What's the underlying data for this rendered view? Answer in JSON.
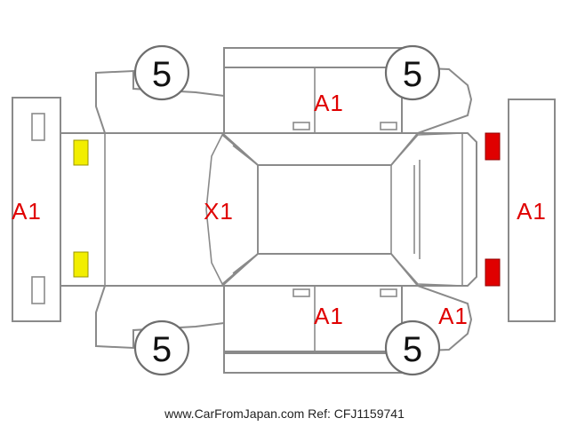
{
  "footer": {
    "source": "www.CarFromJapan.com",
    "ref": "Ref: CFJ1159741"
  },
  "wheels": {
    "front_left": {
      "value": "5"
    },
    "rear_left": {
      "value": "5"
    },
    "front_right": {
      "value": "5"
    },
    "rear_right": {
      "value": "5"
    }
  },
  "damage_codes": {
    "front_bumper": "A1",
    "left_doors": "A1",
    "hood": "X1",
    "right_doors": "A1",
    "rear_right_corner": "A1",
    "rear_bumper": "A1"
  },
  "light_markers": {
    "headlights": {
      "color": "#f2ee00"
    },
    "taillights": {
      "color": "#e00000"
    }
  }
}
